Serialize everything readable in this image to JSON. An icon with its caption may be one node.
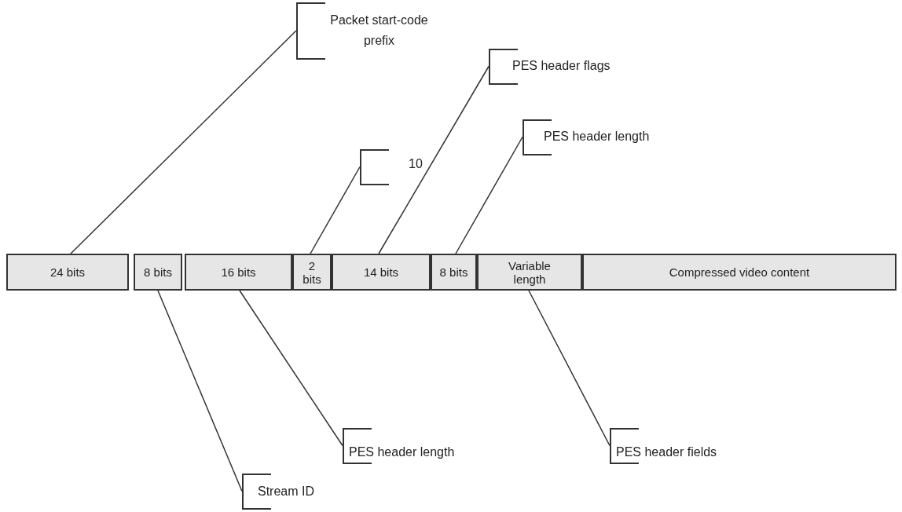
{
  "diagram": {
    "nodes": [
      {
        "text": [
          "24 bits"
        ]
      },
      {
        "text": [
          "8 bits"
        ]
      },
      {
        "text": [
          "16 bits"
        ]
      },
      {
        "text": [
          "2 bits"
        ]
      },
      {
        "text": [
          "14 bits"
        ]
      },
      {
        "text": [
          "8 bits"
        ]
      },
      {
        "text": [
          "Variable length"
        ]
      },
      {
        "text": [
          "Compressed video content"
        ]
      },
      {
        "text": [
          "Packet start-code prefix"
        ]
      },
      {
        "text": [
          "10"
        ]
      },
      {
        "text": [
          "PES header flags"
        ]
      },
      {
        "text": [
          "PES header length"
        ]
      },
      {
        "text": [
          "PES header length"
        ]
      },
      {
        "text": [
          "PES header fields"
        ]
      },
      {
        "text": [
          "Stream ID"
        ]
      }
    ],
    "edges": [
      {
        "from": 8,
        "to": 0,
        "arrow": "none"
      },
      {
        "from": 9,
        "to": 3,
        "arrow": "none"
      },
      {
        "from": 10,
        "to": 4,
        "arrow": "none"
      },
      {
        "from": 11,
        "to": 5,
        "arrow": "none"
      },
      {
        "from": 12,
        "to": 2,
        "arrow": "none"
      },
      {
        "from": 13,
        "to": 6,
        "arrow": "none"
      },
      {
        "from": 14,
        "to": 1,
        "arrow": "none"
      }
    ]
  }
}
